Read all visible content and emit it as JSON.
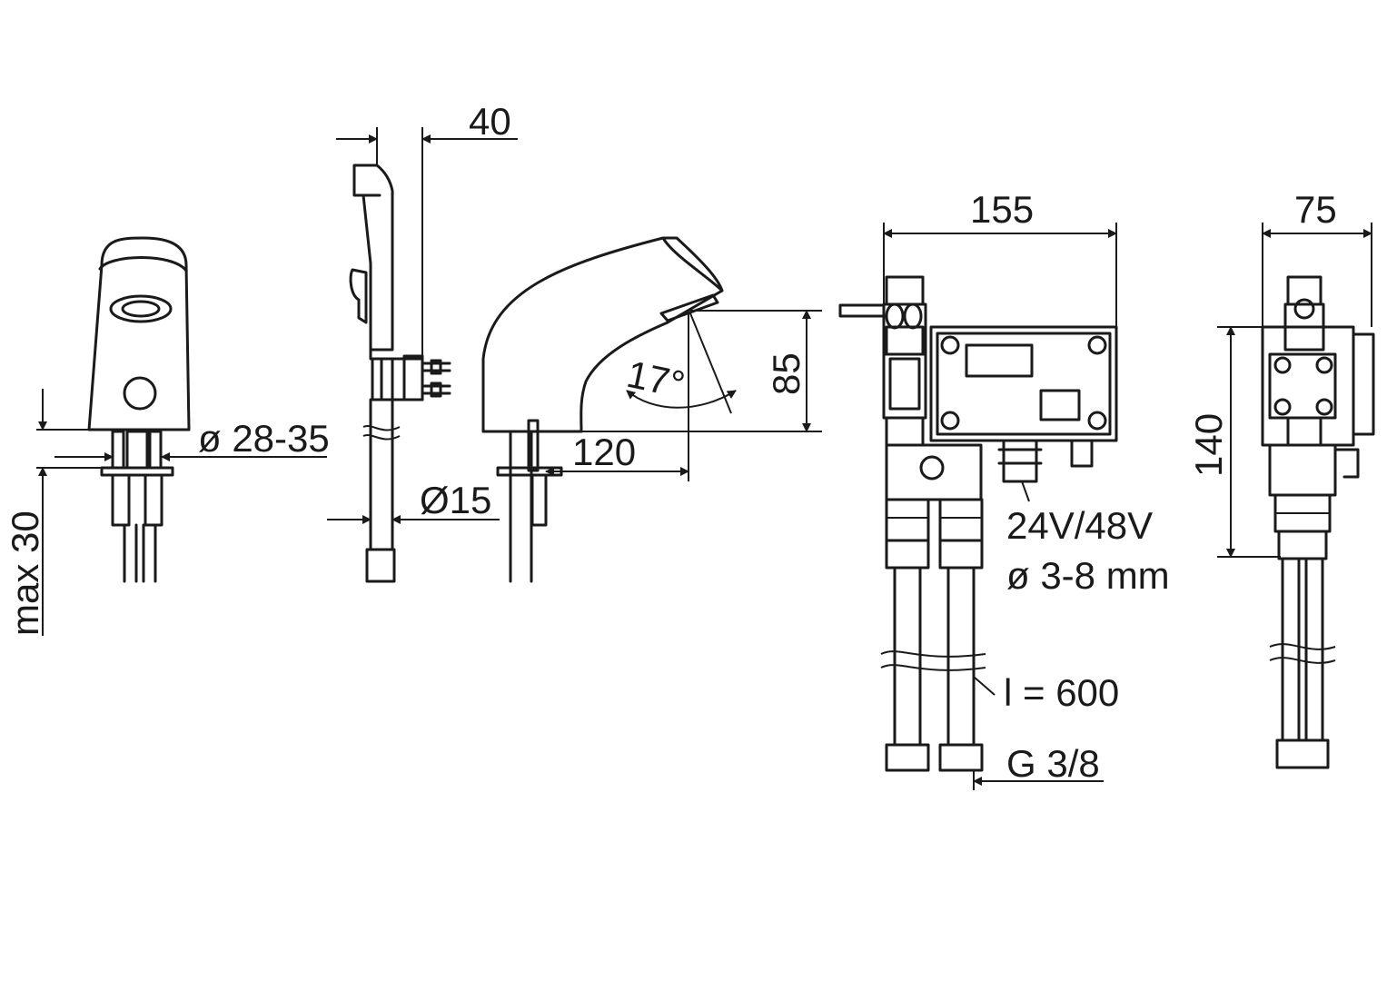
{
  "drawing": {
    "dimensions": {
      "width_40": "40",
      "width_155": "155",
      "width_75": "75",
      "diameter_28_35": "ø 28-35",
      "max_30": "max 30",
      "diameter_15": "Ø15",
      "reach_120": "120",
      "height_85": "85",
      "angle_17": "17°",
      "height_140": "140"
    },
    "annotations": {
      "voltage": "24V/48V",
      "cable_diameter": "ø 3-8 mm",
      "hose_length": "l = 600",
      "thread": "G 3/8"
    }
  }
}
